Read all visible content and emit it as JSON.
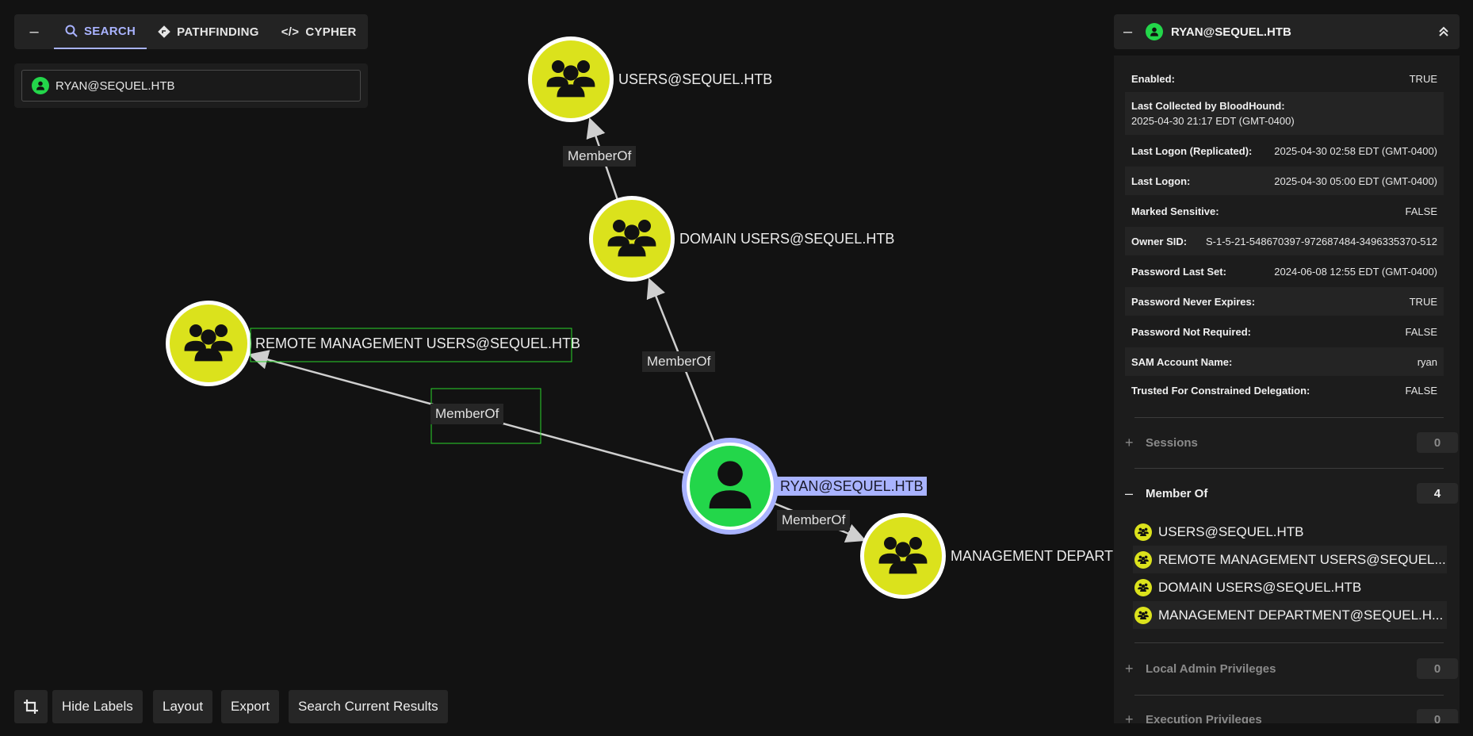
{
  "search_panel": {
    "tabs": [
      {
        "label": "SEARCH",
        "icon": "search-icon",
        "active": true
      },
      {
        "label": "PATHFINDING",
        "icon": "pathfinding-icon",
        "active": false
      },
      {
        "label": "CYPHER",
        "icon": "code-icon",
        "active": false
      }
    ],
    "search_value": "RYAN@SEQUEL.HTB"
  },
  "graph": {
    "nodes": [
      {
        "id": "users",
        "label": "USERS@SEQUEL.HTB",
        "kind": "group"
      },
      {
        "id": "domain_users",
        "label": "DOMAIN USERS@SEQUEL.HTB",
        "kind": "group"
      },
      {
        "id": "rmu",
        "label": "REMOTE MANAGEMENT USERS@SEQUEL.HTB",
        "kind": "group"
      },
      {
        "id": "ryan",
        "label": "RYAN@SEQUEL.HTB",
        "kind": "user"
      },
      {
        "id": "mgmt",
        "label": "MANAGEMENT DEPARTM",
        "kind": "group"
      }
    ],
    "edges": [
      {
        "label": "MemberOf"
      },
      {
        "label": "MemberOf"
      },
      {
        "label": "MemberOf"
      },
      {
        "label": "MemberOf"
      }
    ],
    "colors": {
      "group": "#dbe21c",
      "user": "#23d64a",
      "selected_ring": "#a9b3ff"
    }
  },
  "details": {
    "title": "RYAN@SEQUEL.HTB",
    "properties": [
      {
        "key": "Enabled:",
        "value": "TRUE"
      },
      {
        "key": "Last Collected by BloodHound:",
        "value": "2025-04-30 21:17 EDT (GMT-0400)"
      },
      {
        "key": "Last Logon (Replicated):",
        "value": "2025-04-30 02:58 EDT (GMT-0400)"
      },
      {
        "key": "Last Logon:",
        "value": "2025-04-30 05:00 EDT (GMT-0400)"
      },
      {
        "key": "Marked Sensitive:",
        "value": "FALSE"
      },
      {
        "key": "Owner SID:",
        "value": "S-1-5-21-548670397-972687484-3496335370-512"
      },
      {
        "key": "Password Last Set:",
        "value": "2024-06-08 12:55 EDT (GMT-0400)"
      },
      {
        "key": "Password Never Expires:",
        "value": "TRUE"
      },
      {
        "key": "Password Not Required:",
        "value": "FALSE"
      },
      {
        "key": "SAM Account Name:",
        "value": "ryan"
      },
      {
        "key": "Trusted For Constrained Delegation:",
        "value": "FALSE"
      }
    ],
    "sessions": {
      "label": "Sessions",
      "count": "0"
    },
    "member_of": {
      "label": "Member Of",
      "count": "4",
      "items": [
        "USERS@SEQUEL.HTB",
        "REMOTE MANAGEMENT USERS@SEQUEL....",
        "DOMAIN USERS@SEQUEL.HTB",
        "MANAGEMENT DEPARTMENT@SEQUEL.H..."
      ]
    },
    "local_admin": {
      "label": "Local Admin Privileges",
      "count": "0"
    },
    "execution": {
      "label": "Execution Privileges",
      "count": "0"
    }
  },
  "toolbar": {
    "hide_labels": "Hide Labels",
    "layout": "Layout",
    "export": "Export",
    "search_results": "Search Current Results"
  }
}
